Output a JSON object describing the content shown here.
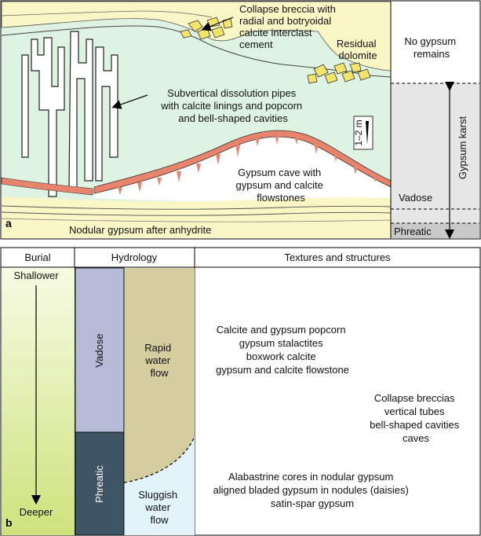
{
  "panel_a": {
    "letter": "a",
    "collapse_breccia": [
      "Collapse breccia with",
      "radial and botryoidal",
      "calcite interclast",
      "cement"
    ],
    "residual_dolomite": [
      "Residual",
      "dolomite"
    ],
    "no_gypsum": [
      "No gypsum",
      "remains"
    ],
    "dissolution_pipes": [
      "Subvertical dissolution pipes",
      "with calcite linings and popcorn",
      "and bell-shaped cavities"
    ],
    "scale": "1–2 m",
    "gypsum_karst": "Gypsum karst",
    "gypsum_cave": [
      "Gypsum cave with",
      "gypsum and calcite",
      "flowstones"
    ],
    "vadose": "Vadose",
    "phreatic": "Phreatic",
    "nodular": "Nodular gypsum after anhydrite"
  },
  "panel_b": {
    "letter": "b",
    "headers": {
      "burial": "Burial",
      "hydrology": "Hydrology",
      "textures": "Textures and structures"
    },
    "burial_top": "Shallower",
    "burial_bottom": "Deeper",
    "vadose": "Vadose",
    "phreatic": "Phreatic",
    "rapid_flow": [
      "Rapid",
      "water",
      "flow"
    ],
    "sluggish_flow": [
      "Sluggish",
      "water",
      "flow"
    ],
    "group1": [
      "Calcite and gypsum popcorn",
      "gypsum stalactites",
      "boxwork calcite",
      "gypsum and calcite flowstone"
    ],
    "group2": [
      "Collapse breccias",
      "vertical tubes",
      "bell-shaped cavities",
      "caves"
    ],
    "group3": [
      "Alabastrine cores in nodular gypsum",
      "aligned bladed gypsum in nodules (daisies)",
      "satin-spar gypsum"
    ]
  },
  "colors": {
    "host_green": "#dff3e3",
    "dolomite_yellow": "#fbf6c6",
    "cave_red": "#e8836c",
    "breccia_yellow": "#f3e46a",
    "karst_gray": "#e6e6e6",
    "phreatic_gray": "#c9c9c9",
    "vadose_blue": "#b6bcd8",
    "phreatic_slate": "#3f5566",
    "rapid_olive": "#d3cd9f",
    "sluggish_blue": "#e3f3fa",
    "burial_gradient_top": "#f5f9dc",
    "burial_gradient_bottom": "#d4e68a"
  }
}
